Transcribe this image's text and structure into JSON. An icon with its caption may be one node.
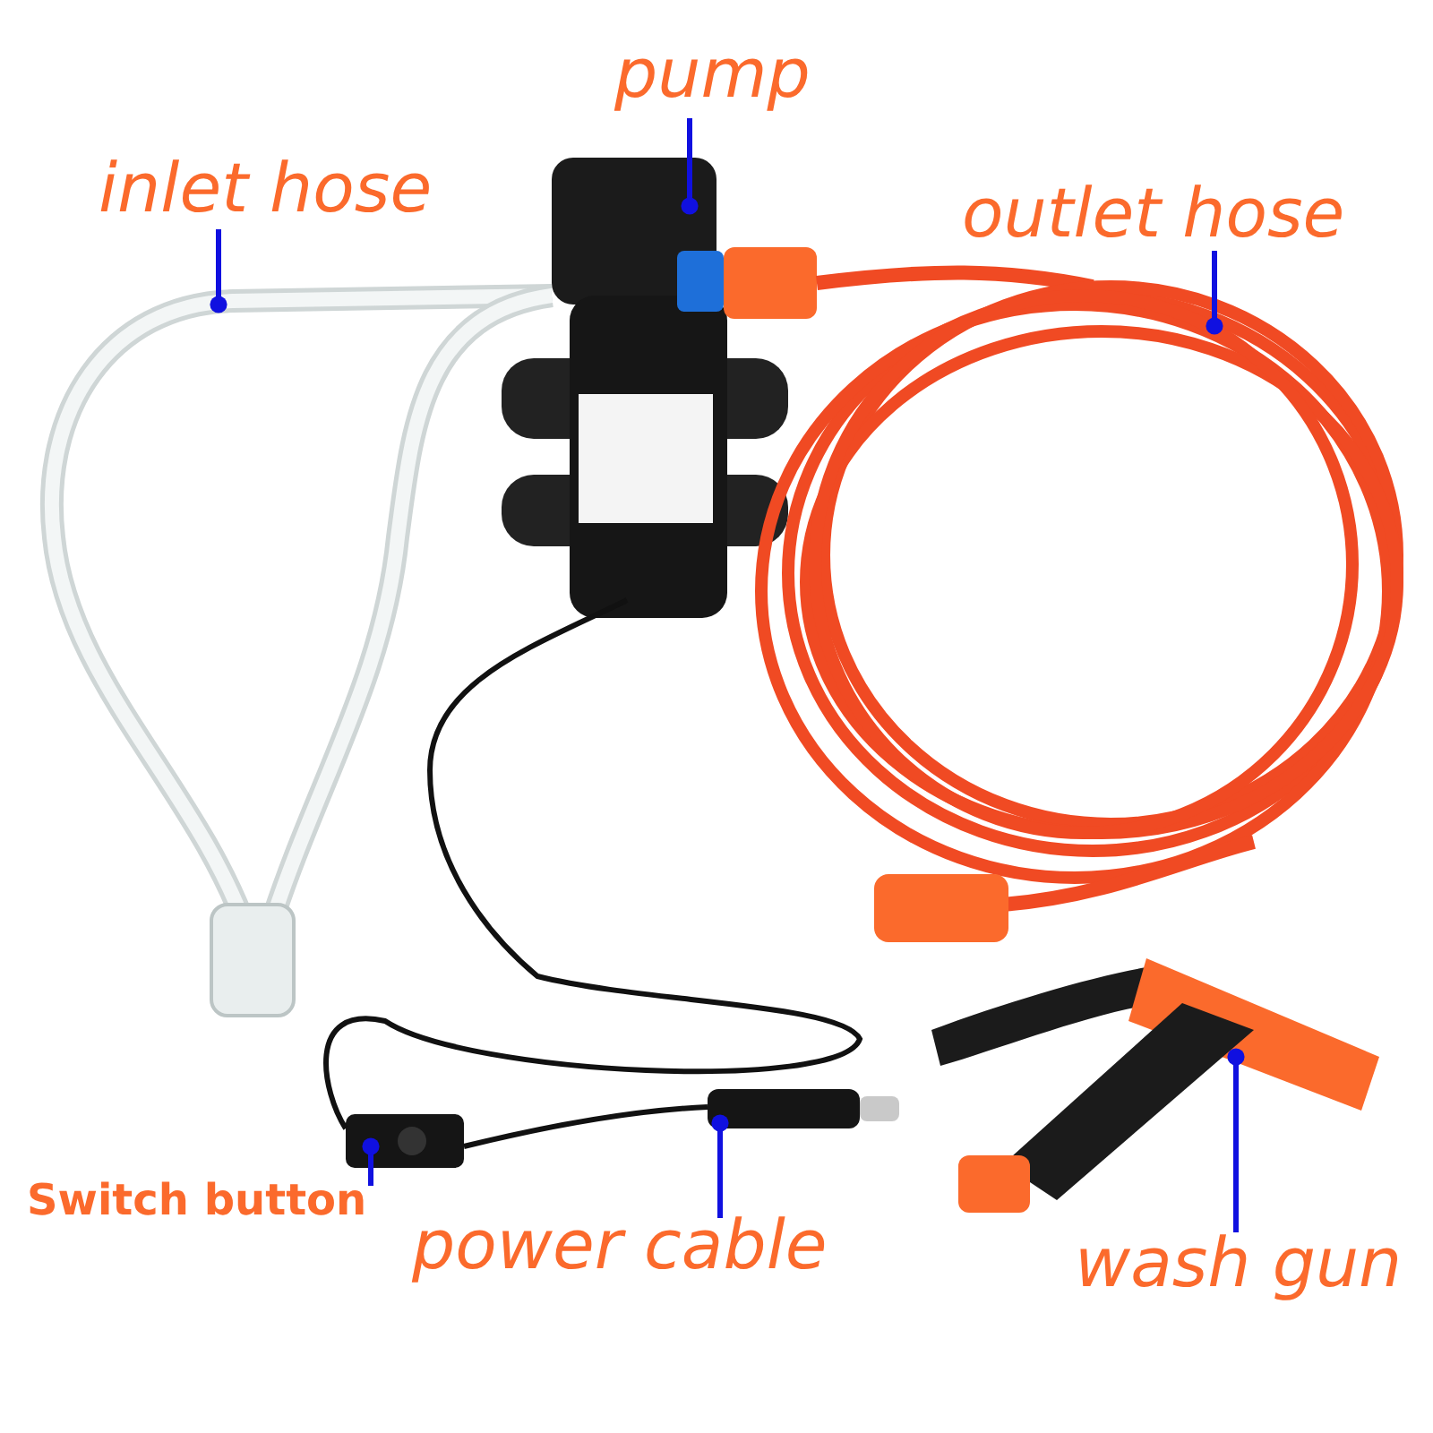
{
  "diagram": {
    "nodes": [
      {
        "text": [
          "pump"
        ]
      },
      {
        "text": [],
        "shape": "picture"
      },
      {
        "text": [
          "inlet hose"
        ]
      },
      {
        "text": [],
        "shape": "picture"
      },
      {
        "text": [
          "outlet hose"
        ]
      },
      {
        "text": [],
        "shape": "picture"
      },
      {
        "text": [
          "Switch button"
        ]
      },
      {
        "text": [],
        "shape": "picture"
      },
      {
        "text": [
          "power cable"
        ]
      },
      {
        "text": [],
        "shape": "picture"
      },
      {
        "text": [
          "wash gun"
        ]
      },
      {
        "text": [],
        "shape": "picture"
      }
    ],
    "edges": [
      {
        "from": 0,
        "to": 1,
        "arrow": "other"
      },
      {
        "from": 2,
        "to": 3,
        "arrow": "other"
      },
      {
        "from": 4,
        "to": 5,
        "arrow": "other"
      },
      {
        "from": 6,
        "to": 7,
        "arrow": "other"
      },
      {
        "from": 8,
        "to": 9,
        "arrow": "other"
      },
      {
        "from": 10,
        "to": 11,
        "arrow": "other"
      }
    ]
  }
}
